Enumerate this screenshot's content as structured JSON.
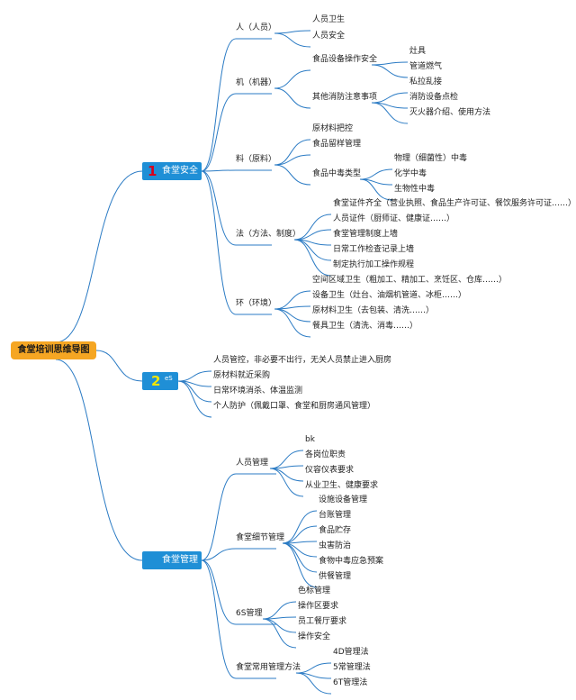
{
  "root": "食堂培训思维导图",
  "colors": {
    "root": "#f5a623",
    "branch": "#1f8fd6",
    "line": "#2b7bc4",
    "num1": "#d6001c",
    "num2": "#f5e600"
  },
  "b1": {
    "num": "1",
    "label": "食堂安全",
    "ren": {
      "label": "人（人员）",
      "items": [
        "人员卫生",
        "人员安全"
      ]
    },
    "ji": {
      "label": "机（机器）",
      "g1": {
        "label": "食品设备操作安全",
        "items": [
          "灶具",
          "管道燃气"
        ]
      },
      "g2": {
        "label": "其他消防注意事项",
        "items": [
          "私拉乱接",
          "消防设备点检",
          "灭火器介绍、使用方法"
        ]
      }
    },
    "liao": {
      "label": "料（原料）",
      "items": [
        "原材料把控",
        "食品留样管理"
      ],
      "g": {
        "label": "食品中毒类型",
        "items": [
          "物理（细菌性）中毒",
          "化学中毒",
          "生物性中毒"
        ]
      }
    },
    "fa": {
      "label": "法（方法、制度）",
      "items": [
        "食堂证件齐全（营业执照、食品生产许可证、餐饮服务许可证……）",
        "人员证件（厨师证、健康证……）",
        "食堂管理制度上墙",
        "日常工作检查记录上墙",
        "制定执行加工操作规程"
      ]
    },
    "huan": {
      "label": "环（环境）",
      "items": [
        "空间区域卫生（粗加工、精加工、烹饪区、仓库……）",
        "设备卫生（灶台、油烟机管道、冰柜……）",
        "原材料卫生（去包装、清洗……）",
        "餐具卫生（清洗、消毒……）"
      ]
    }
  },
  "b2": {
    "num": "2",
    "label": "eS",
    "items": [
      "人员管控，非必要不出行，无关人员禁止进入厨房",
      "原材料就近采购",
      "日常环境消杀、体温监测",
      "个人防护（佩戴口罩、食堂和厨房通风管理）"
    ]
  },
  "b3": {
    "label": "食堂管理",
    "renyuan": {
      "label": "人员管理",
      "items": [
        "bk",
        "各岗位职责",
        "仪容仪表要求",
        "从业卫生、健康要求"
      ]
    },
    "xijie": {
      "label": "食堂细节管理",
      "items": [
        "设施设备管理",
        "台账管理",
        "食品贮存",
        "虫害防治",
        "食物中毒应急预案",
        "供餐管理"
      ]
    },
    "six_s": {
      "label": "6S管理",
      "items": [
        "色标管理",
        "操作区要求",
        "员工餐厅要求",
        "操作安全"
      ]
    },
    "fangfa": {
      "label": "食堂常用管理方法",
      "items": [
        "4D管理法",
        "5常管理法",
        "6T管理法"
      ]
    }
  }
}
